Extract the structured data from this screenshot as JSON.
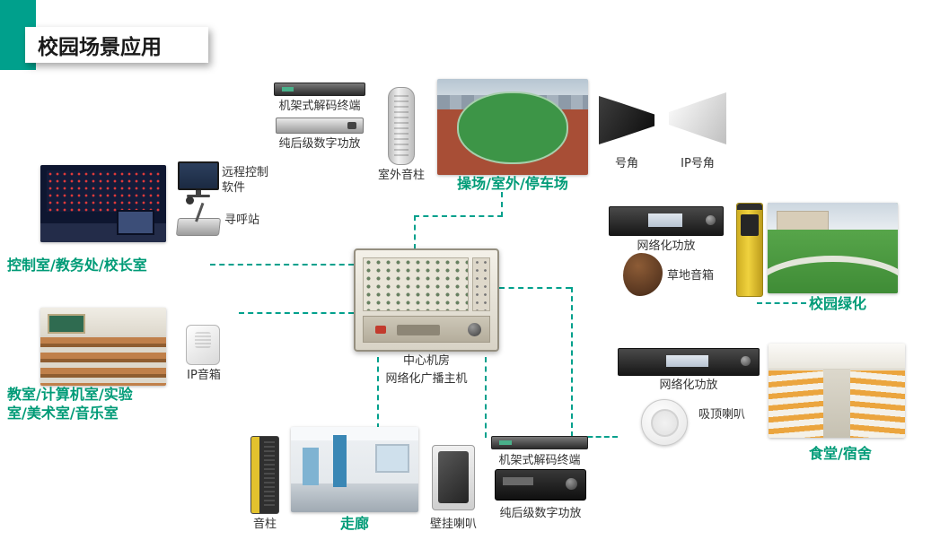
{
  "header": {
    "title": "校园场景应用"
  },
  "colors": {
    "accent_line": "#00a08c",
    "zone_text": "#009b77",
    "label_text": "#333333",
    "title_text": "#1a1a1a"
  },
  "center": {
    "room_label": "中心机房",
    "host_label": "网络化广播主机"
  },
  "playground_group": {
    "rack_decoder": "机架式解码终端",
    "digital_amp": "纯后级数字功放",
    "outdoor_column": "室外音柱",
    "zone": "操场/室外/停车场",
    "horn": "号角",
    "ip_horn": "IP号角"
  },
  "control_group": {
    "remote_line1": "远程控制",
    "remote_line2": "软件",
    "paging_station": "寻呼站",
    "zone": "控制室/教务处/校长室"
  },
  "classroom_group": {
    "zone_line1": "教室/计算机室/实验",
    "zone_line2": "室/美术室/音乐室",
    "ip_speaker": "IP音箱"
  },
  "greenery_group": {
    "network_amp": "网络化功放",
    "lawn_speaker": "草地音箱",
    "zone": "校园绿化"
  },
  "canteen_group": {
    "network_amp": "网络化功放",
    "ceiling_speaker": "吸顶喇叭",
    "zone": "食堂/宿舍"
  },
  "corridor_group": {
    "sound_column": "音柱",
    "zone": "走廊",
    "wall_speaker": "壁挂喇叭",
    "rack_decoder": "机架式解码终端",
    "digital_amp": "纯后级数字功放"
  },
  "image_names": [
    "rack-decoder-image",
    "digital-amp-image",
    "outdoor-column-image",
    "playground-photo",
    "horn-speaker-image",
    "ip-horn-image",
    "monitor-image",
    "control-room-photo",
    "paging-station-image",
    "classroom-photo",
    "ip-speaker-image",
    "central-host-image",
    "network-amp-image",
    "lawn-speaker-image",
    "ip-pole-speaker-image",
    "campus-green-photo",
    "ceiling-speaker-image",
    "canteen-photo",
    "sound-column-image",
    "corridor-photo",
    "wall-speaker-image"
  ]
}
